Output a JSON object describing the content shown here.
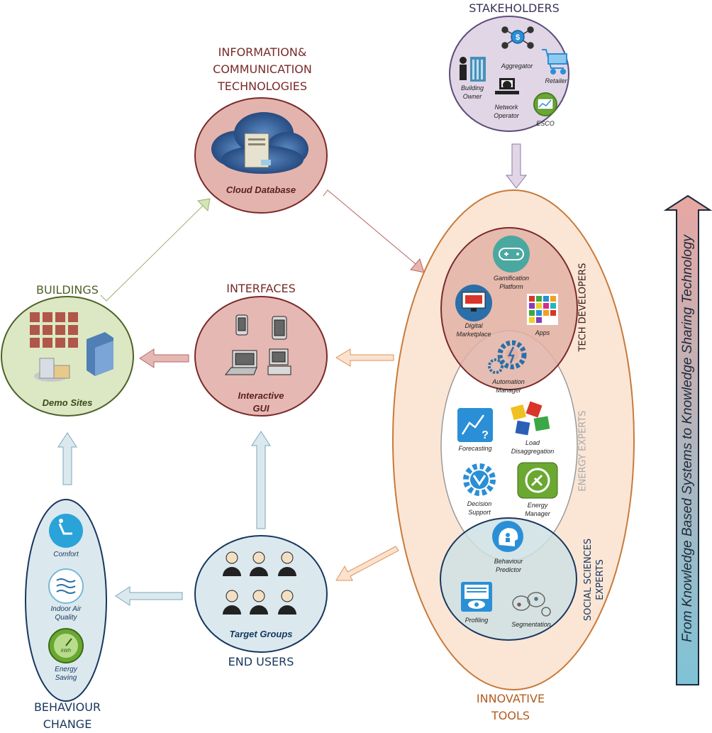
{
  "headers": {
    "stakeholders": "STAKEHOLDERS",
    "ict": [
      "INFORMATION&",
      "COMMUNICATION",
      "TECHNOLOGIES"
    ],
    "buildings": "BUILDINGS",
    "interfaces": "INTERFACES",
    "end_users": "END USERS",
    "behaviour_change": [
      "BEHAVIOUR",
      "CHANGE"
    ],
    "innovative_tools": [
      "INNOVATIVE",
      "TOOLS"
    ]
  },
  "stakeholders": {
    "building_owner": [
      "Building",
      "Owner"
    ],
    "aggregator": "Aggregator",
    "retailer": "Retailer",
    "network_operator": [
      "Network",
      "Operator"
    ],
    "esco": "ESCO"
  },
  "ict": {
    "label": "Cloud Database"
  },
  "buildings": {
    "label": "Demo Sites"
  },
  "interfaces": {
    "label": [
      "Interactive",
      "GUI"
    ]
  },
  "end_users": {
    "label": "Target Groups"
  },
  "behaviour": {
    "comfort": "Comfort",
    "iaq": [
      "Indoor Air",
      "Quality"
    ],
    "energy_saving": [
      "Energy",
      "Saving"
    ],
    "kwh": "kWh"
  },
  "tech_developers": {
    "title": "TECH DEVELOPERS",
    "gamification": [
      "Gamification",
      "Platform"
    ],
    "marketplace": [
      "Digital",
      "Marketplace"
    ],
    "apps": "Apps",
    "automation": [
      "Automation",
      "Manager"
    ]
  },
  "energy_experts": {
    "title": "ENERGY EXPERTS",
    "forecasting": "Forecasting",
    "load": [
      "Load",
      "Disaggregation"
    ],
    "decision": [
      "Decision",
      "Support"
    ],
    "energy_manager": [
      "Energy",
      "Manager"
    ]
  },
  "social": {
    "title": [
      "SOCIAL SCIENCES",
      "EXPERTS"
    ],
    "behaviour_predictor": [
      "Behaviour",
      "Predictor"
    ],
    "profiling": "Profiling",
    "segmentation": "Segmentation"
  },
  "sidebar": {
    "text": "From Knowledge Based Systems to Knowledge Sharing Technology"
  },
  "colors": {
    "ict_fill": "#e3b4ad",
    "buildings_fill": "#dce8c4",
    "interfaces_fill": "#e6b8b3",
    "end_users_fill": "#dbe9ef",
    "stakeholders_fill": "#e0d6e6",
    "innovative_fill": "#fbe6d6",
    "tech_fill": "#e2b1a6",
    "social_fill": "#cfe0e3",
    "header_ict": "#7a2a2a",
    "header_buildings": "#4f6228",
    "header_blue": "#17375e",
    "header_orange": "#b35c1e",
    "header_stakeholders": "#3e3359"
  }
}
